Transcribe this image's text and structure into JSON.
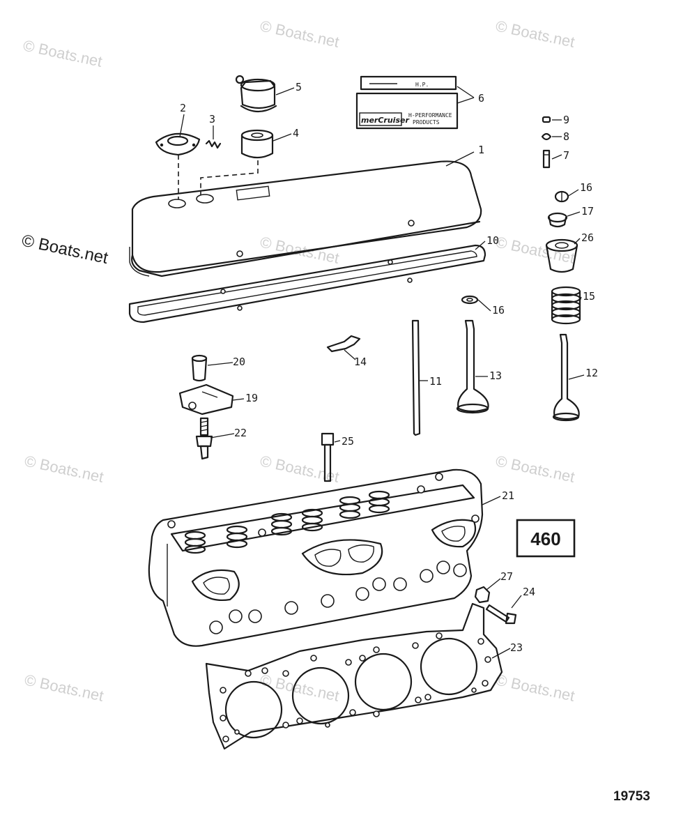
{
  "watermark": {
    "text": "© Boats.net"
  },
  "decal": {
    "hp_label": "H.P.",
    "brand": "merCruiser",
    "tagline_1": "H-PERFORMANCE",
    "tagline_2": "PRODUCTS"
  },
  "model_box": {
    "number": "460"
  },
  "drawing_number": "19753",
  "callouts": [
    "1",
    "2",
    "3",
    "4",
    "5",
    "6",
    "7",
    "8",
    "9",
    "10",
    "11",
    "12",
    "13",
    "14",
    "15",
    "16",
    "16",
    "17",
    "19",
    "20",
    "21",
    "22",
    "23",
    "24",
    "25",
    "26",
    "27"
  ]
}
